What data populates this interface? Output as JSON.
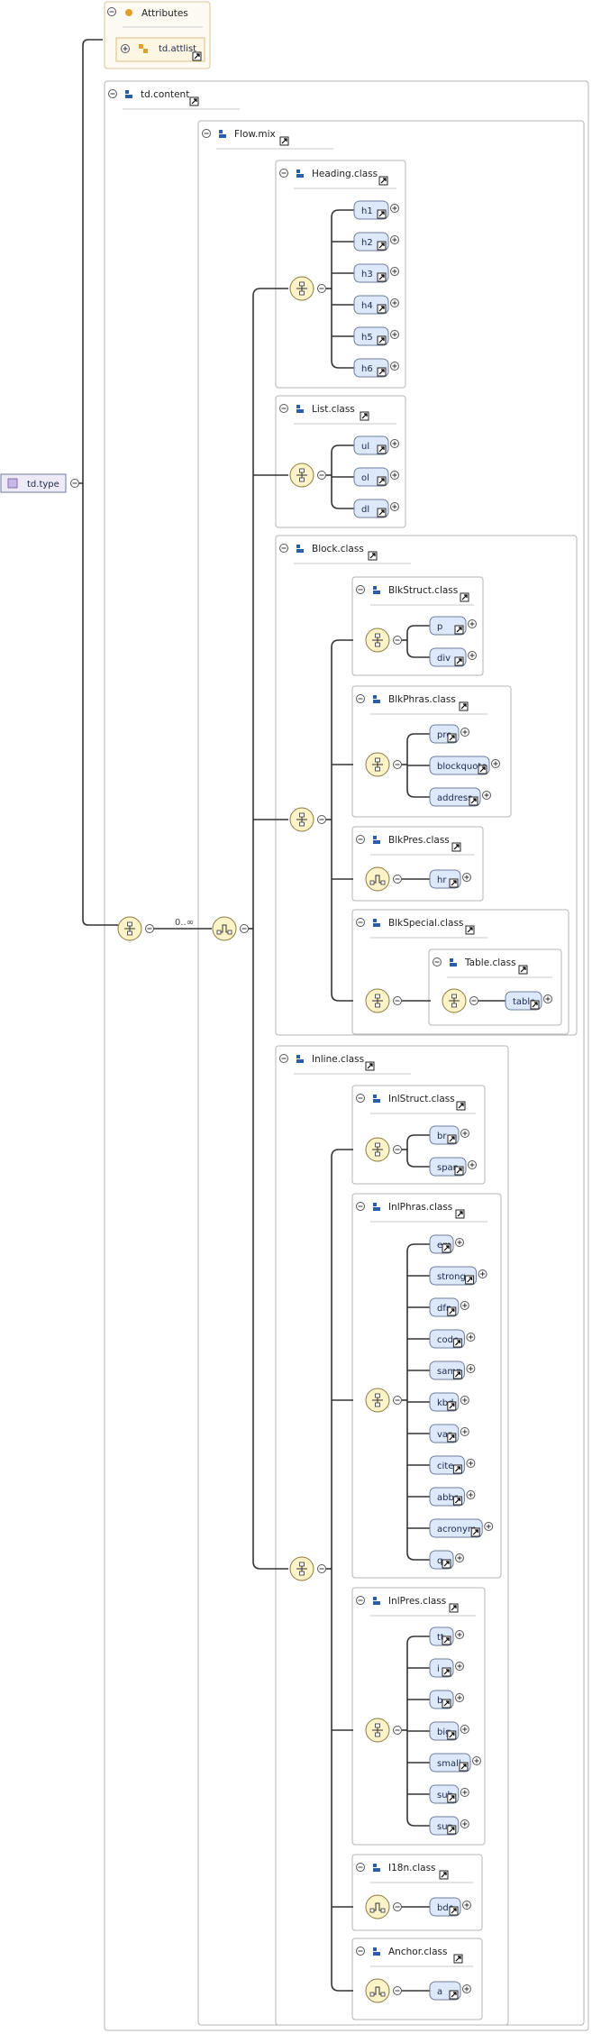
{
  "root": {
    "label": "td.type"
  },
  "attributes": {
    "title": "Attributes",
    "attlist": "td.attlist"
  },
  "content": {
    "title": "td.content",
    "multiplicity": "0..∞"
  },
  "flow": {
    "title": "Flow.mix"
  },
  "groups": {
    "heading": {
      "title": "Heading.class",
      "elements": [
        "h1",
        "h2",
        "h3",
        "h4",
        "h5",
        "h6"
      ]
    },
    "list": {
      "title": "List.class",
      "elements": [
        "ul",
        "ol",
        "dl"
      ]
    },
    "block": {
      "title": "Block.class"
    },
    "blkstruct": {
      "title": "BlkStruct.class",
      "elements": [
        "p",
        "div"
      ]
    },
    "blkphras": {
      "title": "BlkPhras.class",
      "elements": [
        "pre",
        "blockquote",
        "address"
      ]
    },
    "blkpres": {
      "title": "BlkPres.class",
      "elements": [
        "hr"
      ]
    },
    "blkspecial": {
      "title": "BlkSpecial.class"
    },
    "table": {
      "title": "Table.class",
      "elements": [
        "table"
      ]
    },
    "inline": {
      "title": "Inline.class"
    },
    "inlstruct": {
      "title": "InlStruct.class",
      "elements": [
        "br",
        "span"
      ]
    },
    "inlphras": {
      "title": "InlPhras.class",
      "elements": [
        "em",
        "strong",
        "dfn",
        "code",
        "samp",
        "kbd",
        "var",
        "cite",
        "abbr",
        "acronym",
        "q"
      ]
    },
    "inlpres": {
      "title": "InlPres.class",
      "elements": [
        "tt",
        "i",
        "b",
        "big",
        "small",
        "sub",
        "sup"
      ]
    },
    "i18n": {
      "title": "I18n.class",
      "elements": [
        "bdo"
      ]
    },
    "anchor": {
      "title": "Anchor.class",
      "elements": [
        "a"
      ]
    }
  },
  "colors": {
    "accent_blue": "#2b5ea7",
    "attr_orange": "#e0a030",
    "compositor_fill": "#fcf3c8"
  },
  "icons": {
    "collapse": "minus-circle-icon",
    "expand": "plus-circle-icon",
    "group": "group-icon",
    "reference": "reference-arrow-icon",
    "sequence": "sequence-compositor-icon",
    "choice": "choice-compositor-icon",
    "attribute": "attribute-icon"
  }
}
